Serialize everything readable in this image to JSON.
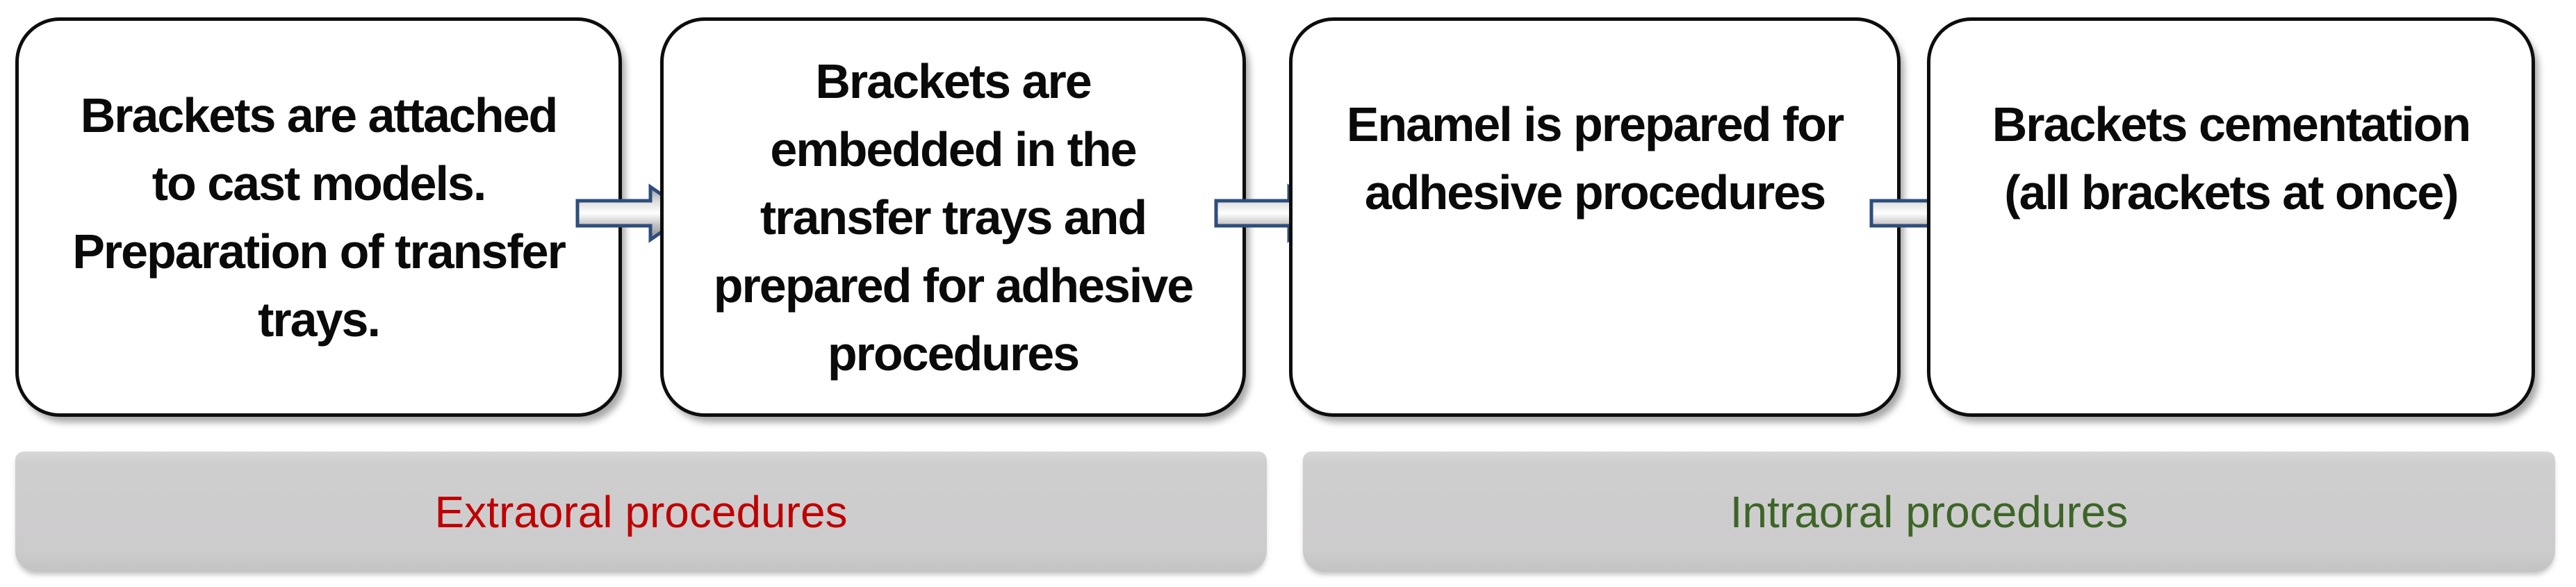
{
  "flow": {
    "steps": [
      {
        "lines": [
          "Brackets are attached",
          "to cast models.",
          "Preparation of transfer",
          "trays."
        ]
      },
      {
        "lines": [
          "Brackets are",
          "embedded in the",
          "transfer trays and",
          "prepared for adhesive",
          "procedures"
        ]
      },
      {
        "lines": [
          "Enamel is prepared for",
          "adhesive procedures"
        ]
      },
      {
        "lines": [
          "Brackets cementation",
          "(all brackets at once)"
        ]
      }
    ]
  },
  "bands": {
    "extraoral": {
      "label": "Extraoral procedures",
      "color": "#c00000"
    },
    "intraoral": {
      "label": "Intraoral procedures",
      "color": "#3d6527"
    }
  },
  "icons": {
    "arrow": "right-arrow"
  },
  "colors": {
    "box_border": "#0d0d0d",
    "box_fill": "#ffffff",
    "band_fill": "#cecdce",
    "arrow_outline": "#2e4d7c"
  }
}
